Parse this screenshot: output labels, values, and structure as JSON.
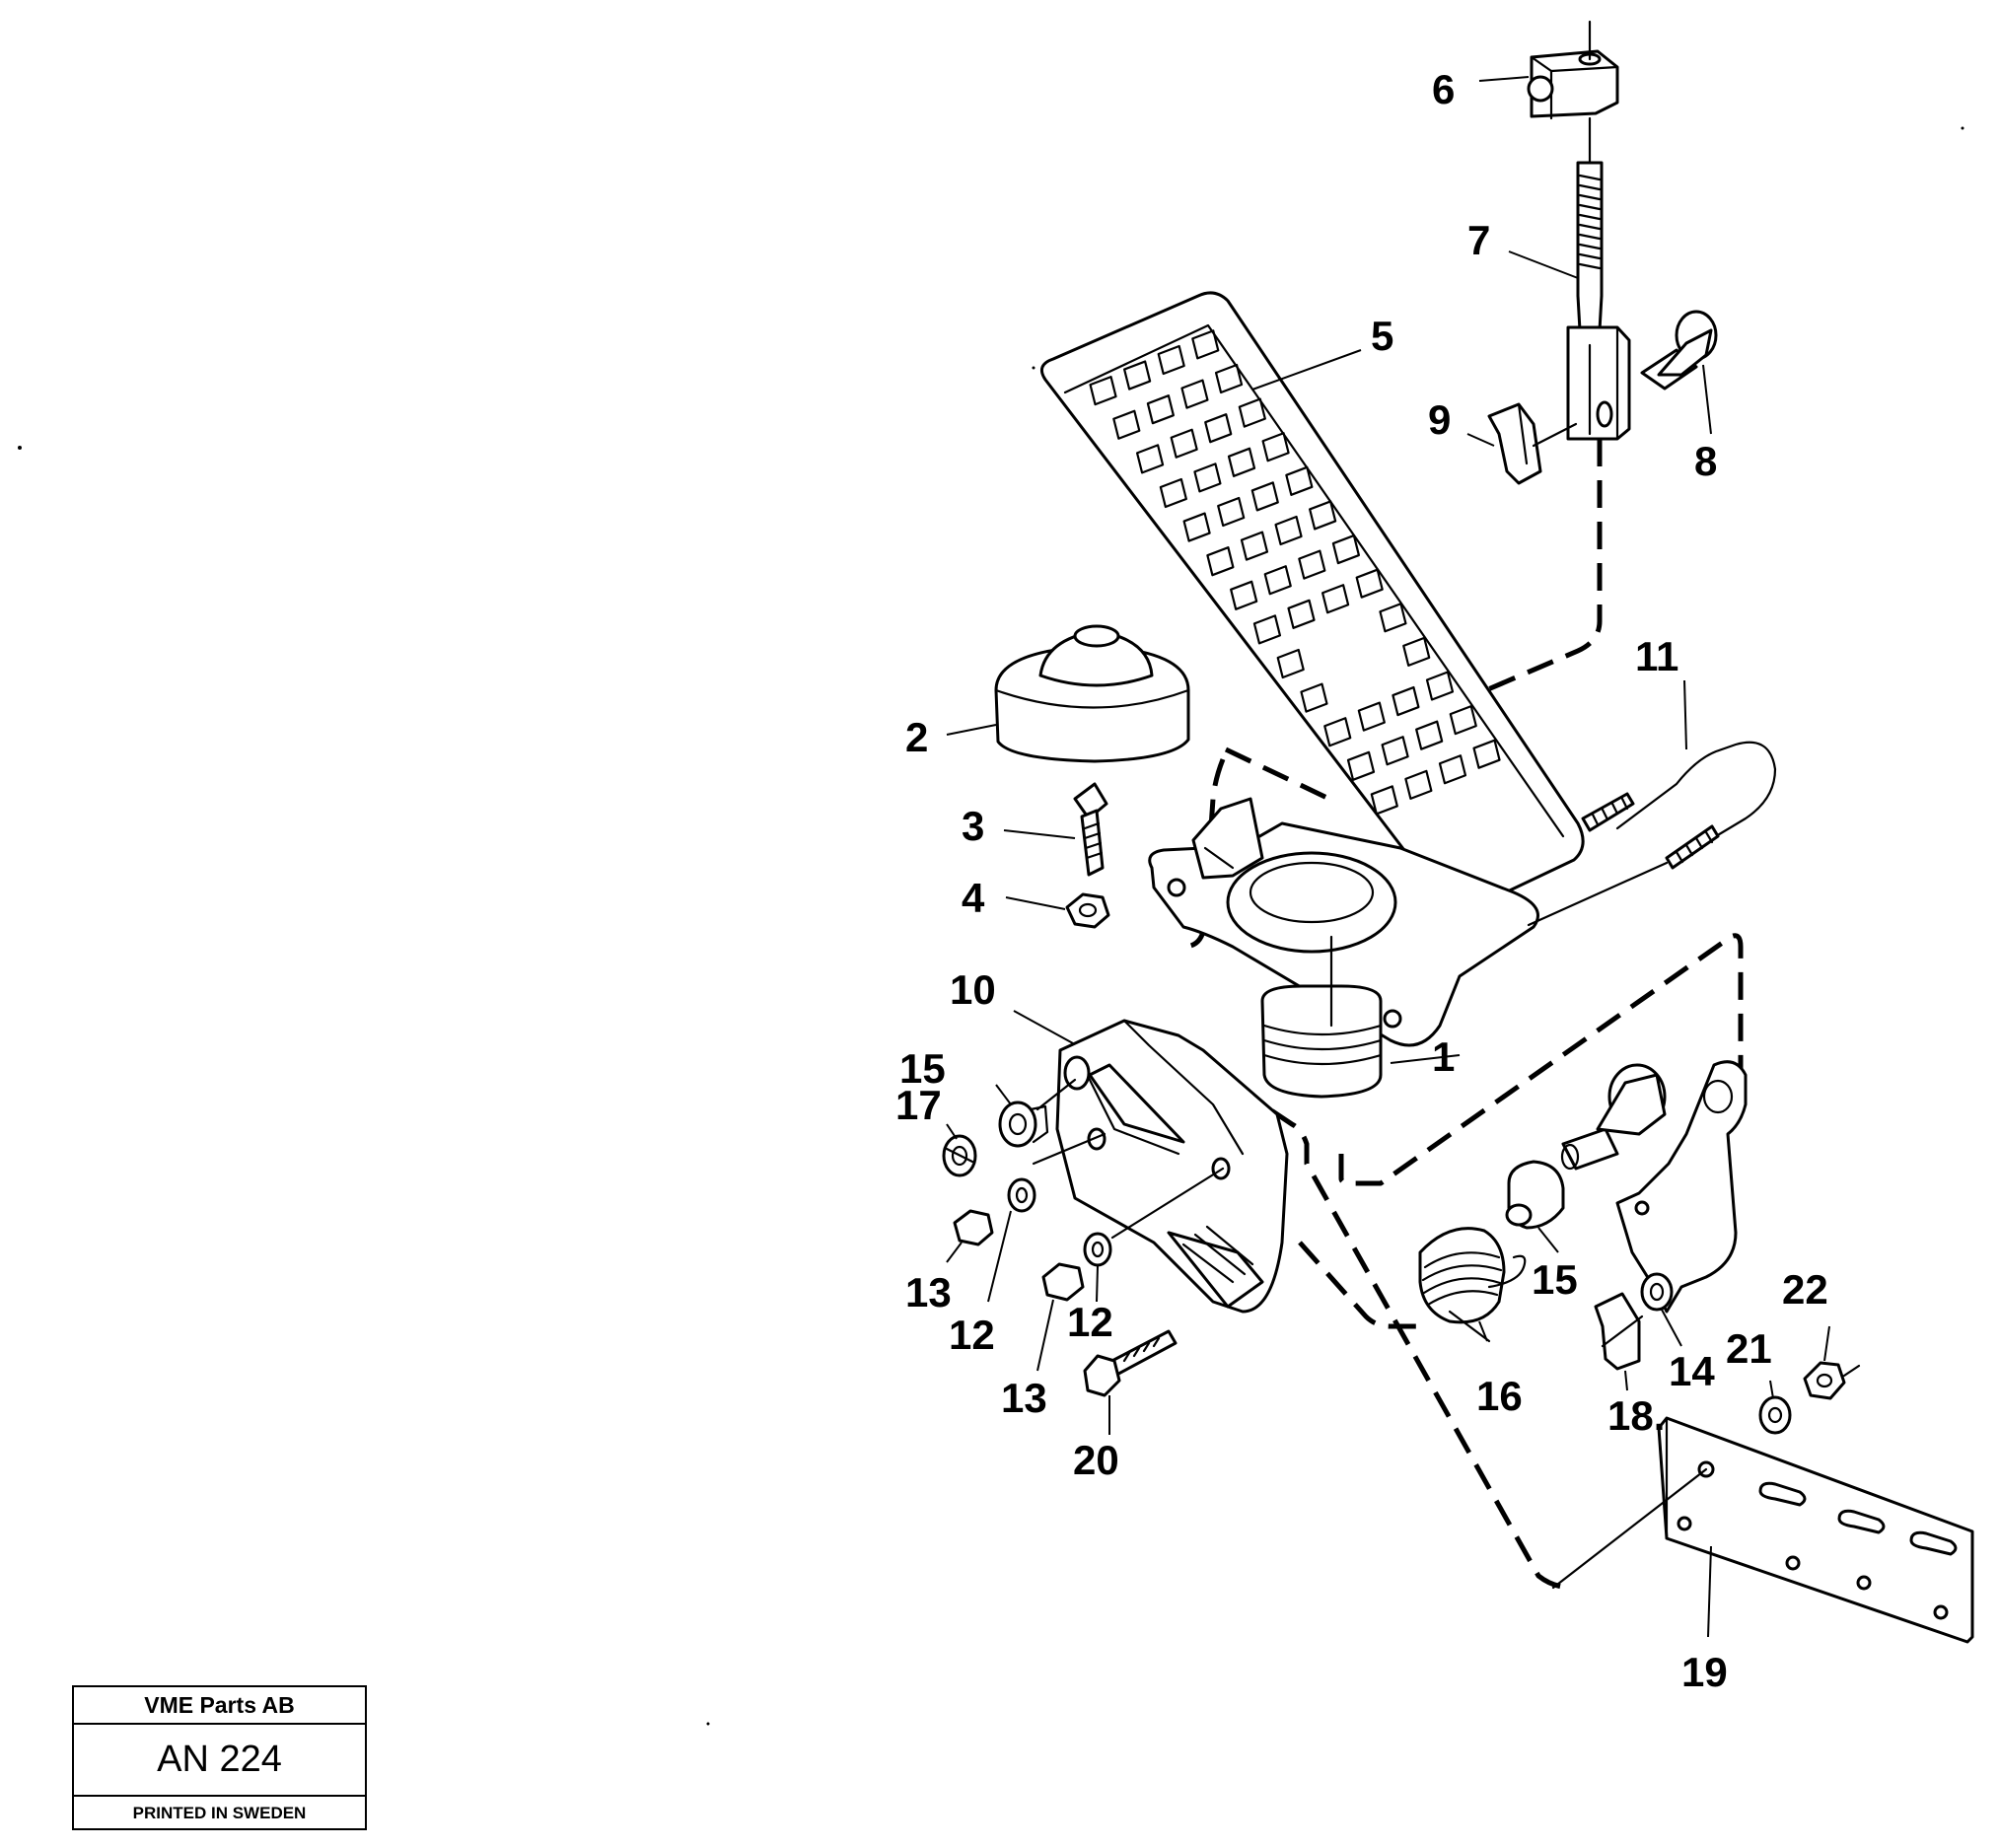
{
  "title_block": {
    "company": "VME Parts AB",
    "drawing_number": "AN 224",
    "printed": "PRINTED IN SWEDEN"
  },
  "callouts": {
    "c1": "1",
    "c2": "2",
    "c3": "3",
    "c4": "4",
    "c5": "5",
    "c6": "6",
    "c7": "7",
    "c8": "8",
    "c9": "9",
    "c10": "10",
    "c11": "11",
    "c12a": "12",
    "c12b": "12",
    "c13a": "13",
    "c13b": "13",
    "c14": "14",
    "c15a": "15",
    "c15b": "15",
    "c16": "16",
    "c17": "17",
    "c18": "18.",
    "c19": "19",
    "c20": "20",
    "c21": "21",
    "c22": "22"
  }
}
